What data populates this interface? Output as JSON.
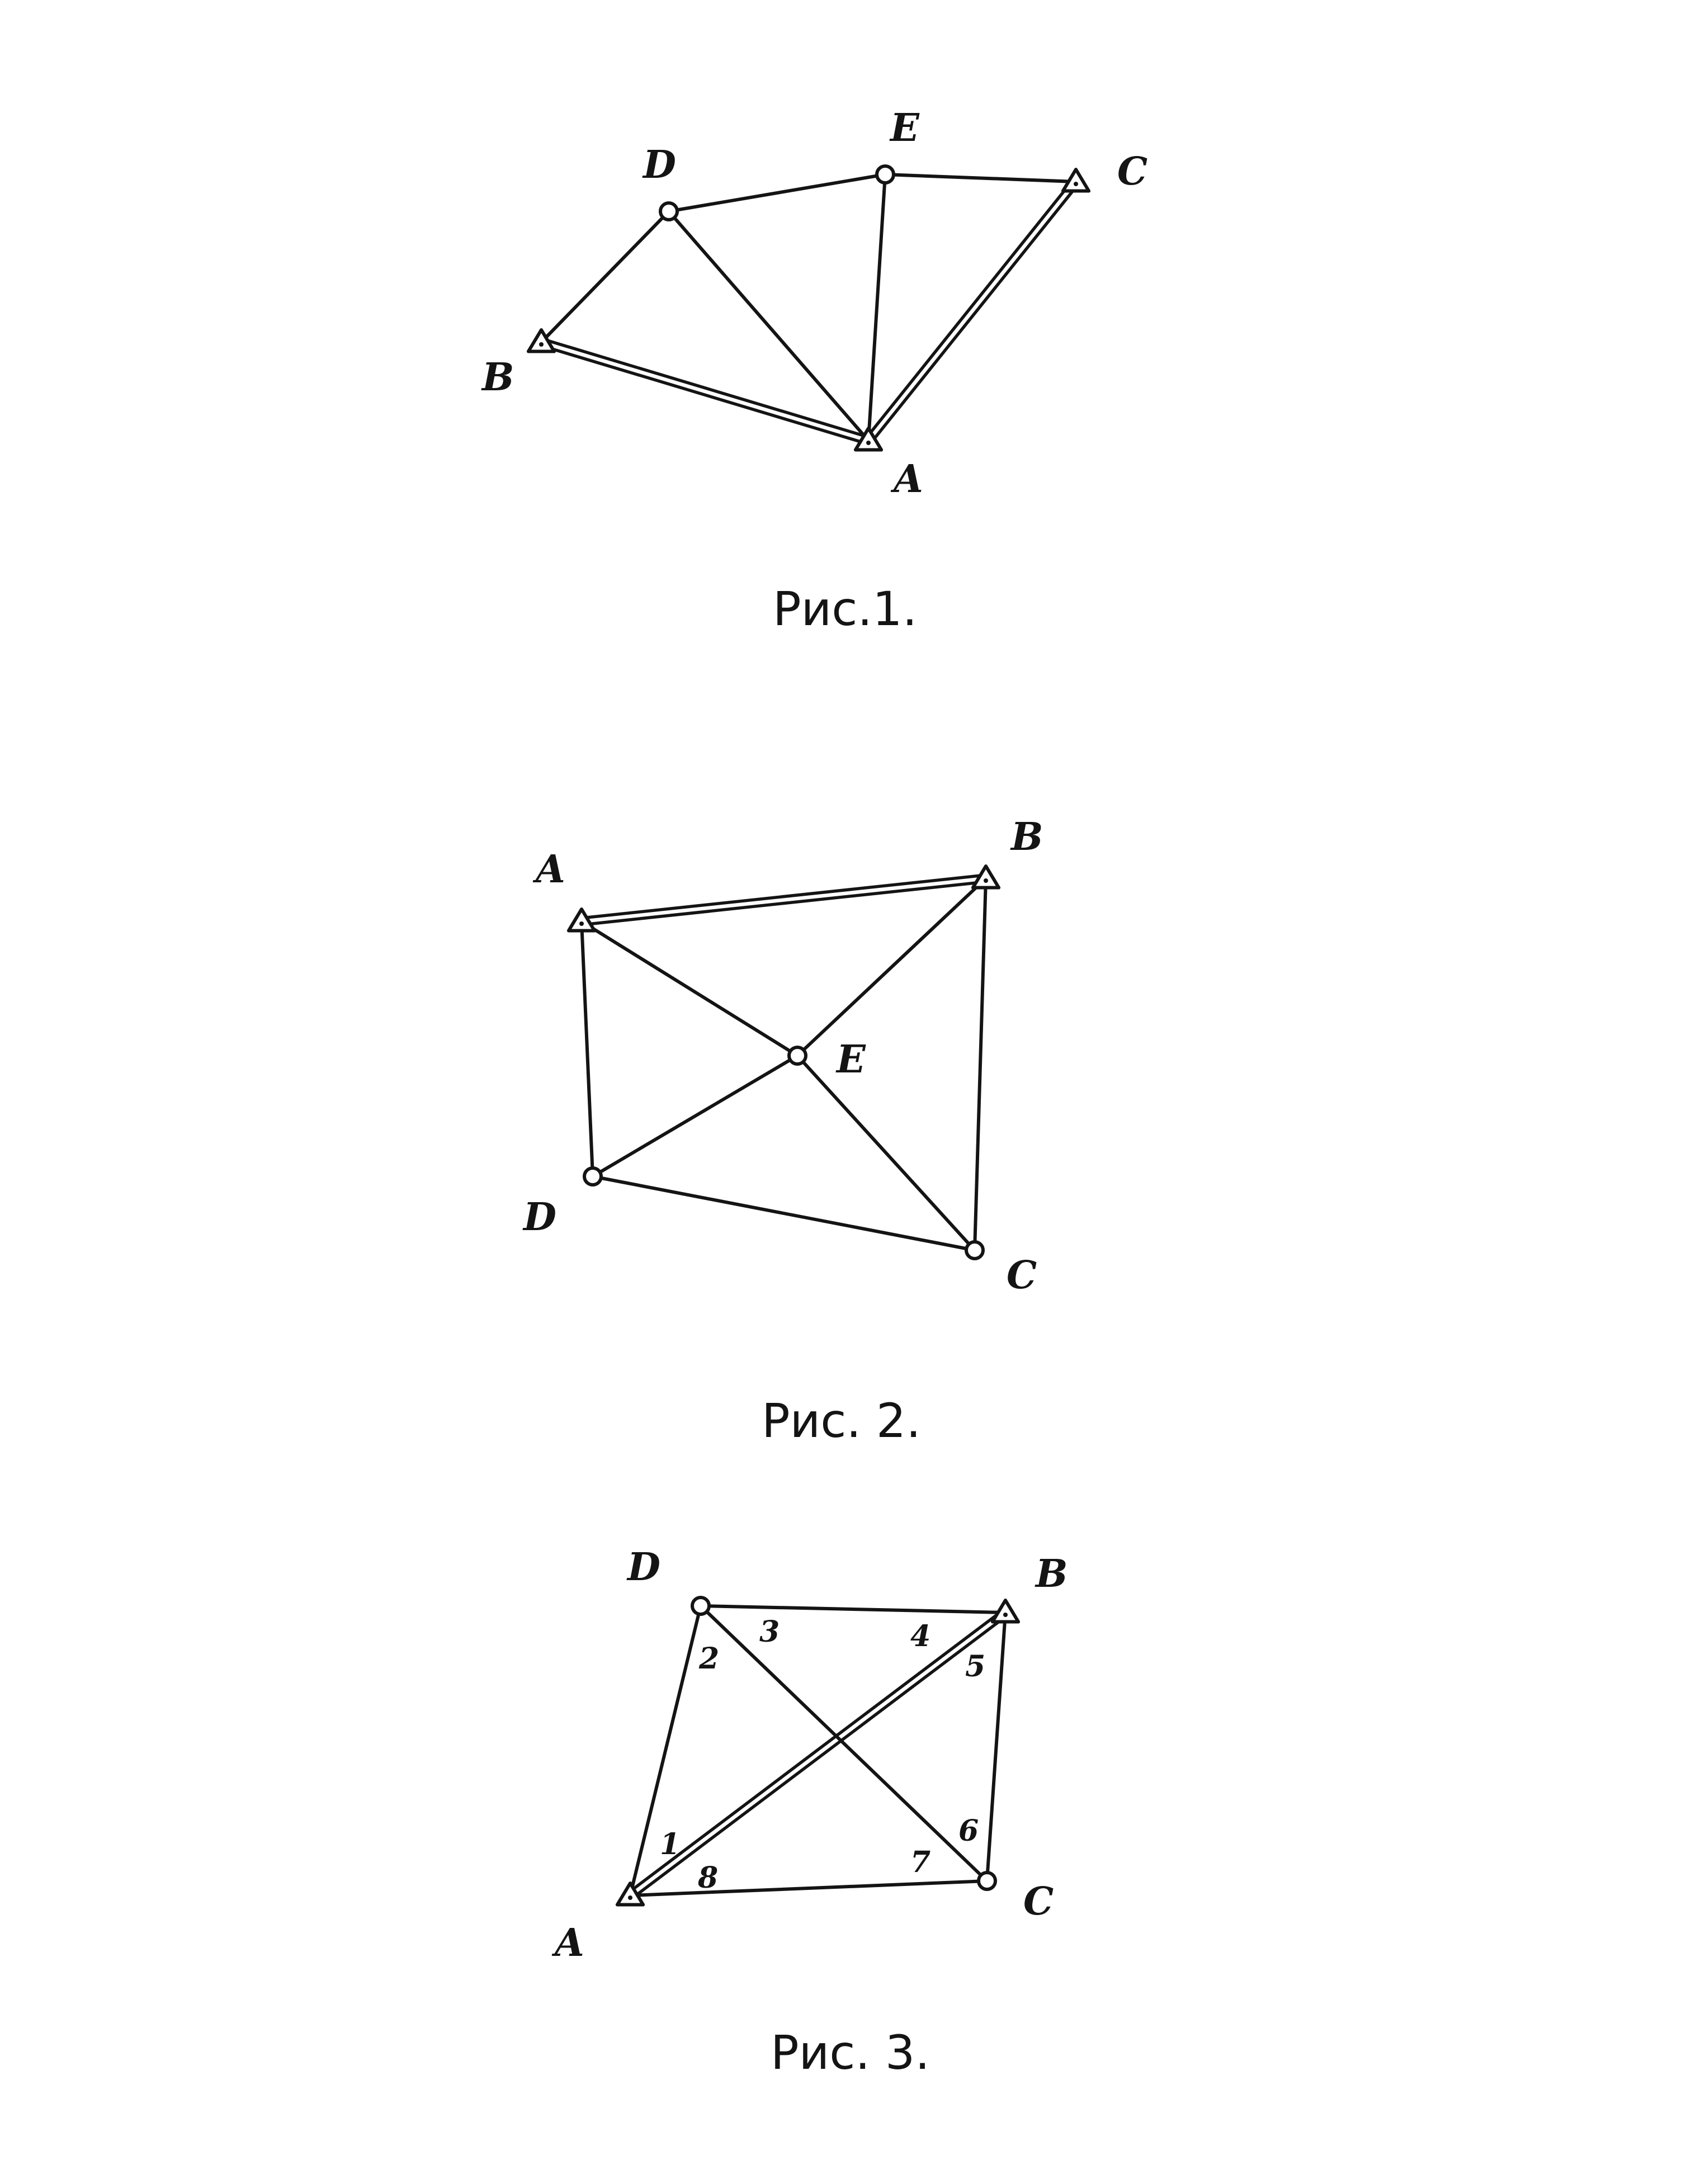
{
  "figures": [
    {
      "caption": "Рис.1.",
      "vertices": [
        {
          "label": "A",
          "type": "triangle"
        },
        {
          "label": "B",
          "type": "triangle"
        },
        {
          "label": "C",
          "type": "triangle"
        },
        {
          "label": "D",
          "type": "circle"
        },
        {
          "label": "E",
          "type": "circle"
        }
      ],
      "edges": [
        {
          "from": "B",
          "to": "A",
          "style": "double"
        },
        {
          "from": "A",
          "to": "C",
          "style": "double"
        },
        {
          "from": "B",
          "to": "D",
          "style": "single"
        },
        {
          "from": "D",
          "to": "E",
          "style": "single"
        },
        {
          "from": "E",
          "to": "C",
          "style": "single"
        },
        {
          "from": "D",
          "to": "A",
          "style": "single"
        },
        {
          "from": "E",
          "to": "A",
          "style": "single"
        }
      ],
      "angle_labels": []
    },
    {
      "caption": "Рис. 2.",
      "vertices": [
        {
          "label": "A",
          "type": "triangle"
        },
        {
          "label": "B",
          "type": "triangle"
        },
        {
          "label": "C",
          "type": "circle"
        },
        {
          "label": "D",
          "type": "circle"
        },
        {
          "label": "E",
          "type": "circle"
        }
      ],
      "edges": [
        {
          "from": "A",
          "to": "B",
          "style": "double"
        },
        {
          "from": "A",
          "to": "D",
          "style": "single"
        },
        {
          "from": "D",
          "to": "C",
          "style": "single"
        },
        {
          "from": "B",
          "to": "C",
          "style": "single"
        },
        {
          "from": "A",
          "to": "E",
          "style": "single"
        },
        {
          "from": "E",
          "to": "C",
          "style": "single"
        },
        {
          "from": "D",
          "to": "E",
          "style": "single"
        },
        {
          "from": "E",
          "to": "B",
          "style": "single"
        }
      ],
      "angle_labels": []
    },
    {
      "caption": "Рис. 3.",
      "vertices": [
        {
          "label": "A",
          "type": "triangle"
        },
        {
          "label": "B",
          "type": "triangle"
        },
        {
          "label": "C",
          "type": "circle"
        },
        {
          "label": "D",
          "type": "circle"
        }
      ],
      "edges": [
        {
          "from": "A",
          "to": "B",
          "style": "double"
        },
        {
          "from": "D",
          "to": "C",
          "style": "single"
        },
        {
          "from": "A",
          "to": "D",
          "style": "single"
        },
        {
          "from": "D",
          "to": "B",
          "style": "single"
        },
        {
          "from": "B",
          "to": "C",
          "style": "single"
        },
        {
          "from": "A",
          "to": "C",
          "style": "single"
        }
      ],
      "angle_labels": [
        "1",
        "2",
        "3",
        "4",
        "5",
        "6",
        "7",
        "8"
      ]
    }
  ]
}
